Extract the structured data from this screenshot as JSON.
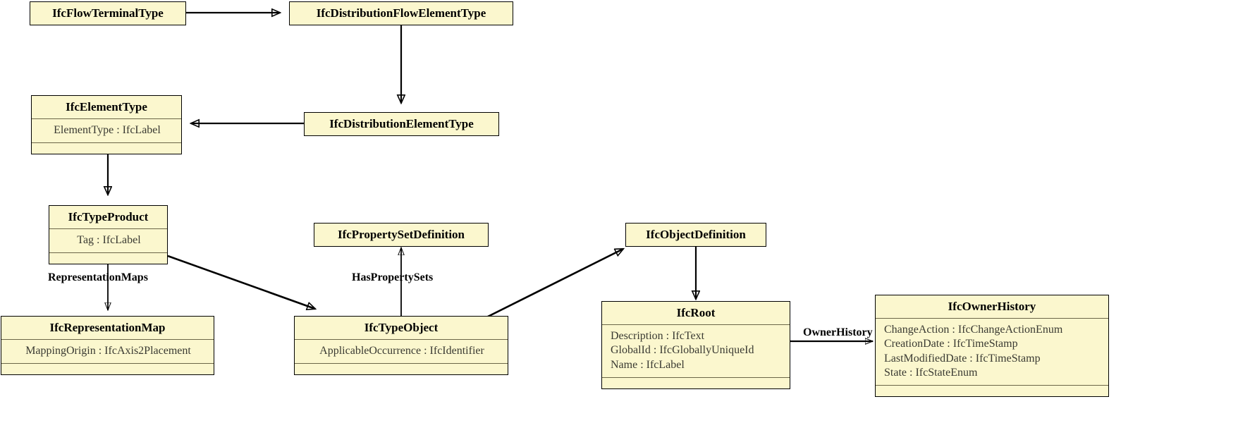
{
  "diagram": {
    "type": "uml-class-diagram",
    "title": "IFC Type Object inheritance diagram",
    "box_fill_color": "#FBF7CE",
    "box_border_color": "#000000",
    "line_color": "#000000"
  },
  "classes": [
    {
      "id": "IfcFlowTerminalType",
      "name": "IfcFlowTerminalType",
      "attributes": [],
      "has_compartments": false
    },
    {
      "id": "IfcDistributionFlowElementType",
      "name": "IfcDistributionFlowElementType",
      "attributes": [],
      "has_compartments": false
    },
    {
      "id": "IfcElementType",
      "name": "IfcElementType",
      "attributes": [
        "ElementType : IfcLabel"
      ],
      "has_compartments": true
    },
    {
      "id": "IfcDistributionElementType",
      "name": "IfcDistributionElementType",
      "attributes": [],
      "has_compartments": false
    },
    {
      "id": "IfcTypeProduct",
      "name": "IfcTypeProduct",
      "attributes": [
        "Tag : IfcLabel"
      ],
      "has_compartments": true
    },
    {
      "id": "IfcPropertySetDefinition",
      "name": "IfcPropertySetDefinition",
      "attributes": [],
      "has_compartments": false
    },
    {
      "id": "IfcObjectDefinition",
      "name": "IfcObjectDefinition",
      "attributes": [],
      "has_compartments": false
    },
    {
      "id": "IfcRepresentationMap",
      "name": "IfcRepresentationMap",
      "attributes": [
        "MappingOrigin : IfcAxis2Placement"
      ],
      "has_compartments": true
    },
    {
      "id": "IfcTypeObject",
      "name": "IfcTypeObject",
      "attributes": [
        "ApplicableOccurrence : IfcIdentifier"
      ],
      "has_compartments": true
    },
    {
      "id": "IfcRoot",
      "name": "IfcRoot",
      "attributes": [
        "Description : IfcText",
        "GlobalId : IfcGloballyUniqueId",
        "Name : IfcLabel"
      ],
      "has_compartments": true
    },
    {
      "id": "IfcOwnerHistory",
      "name": "IfcOwnerHistory",
      "attributes": [
        "ChangeAction : IfcChangeActionEnum",
        "CreationDate : IfcTimeStamp",
        "LastModifiedDate : IfcTimeStamp",
        "State : IfcStateEnum"
      ],
      "has_compartments": true
    }
  ],
  "relations": [
    {
      "id": "r1",
      "from": "IfcFlowTerminalType",
      "to": "IfcDistributionFlowElementType",
      "kind": "generalization",
      "label": ""
    },
    {
      "id": "r2",
      "from": "IfcDistributionFlowElementType",
      "to": "IfcDistributionElementType",
      "kind": "generalization",
      "label": ""
    },
    {
      "id": "r3",
      "from": "IfcDistributionElementType",
      "to": "IfcElementType",
      "kind": "generalization",
      "label": ""
    },
    {
      "id": "r4",
      "from": "IfcElementType",
      "to": "IfcTypeProduct",
      "kind": "generalization",
      "label": ""
    },
    {
      "id": "r5",
      "from": "IfcTypeProduct",
      "to": "IfcTypeObject",
      "kind": "generalization",
      "label": ""
    },
    {
      "id": "r6",
      "from": "IfcTypeProduct",
      "to": "IfcRepresentationMap",
      "kind": "association",
      "label": "RepresentationMaps"
    },
    {
      "id": "r7",
      "from": "IfcTypeObject",
      "to": "IfcPropertySetDefinition",
      "kind": "association",
      "label": "HasPropertySets"
    },
    {
      "id": "r8",
      "from": "IfcTypeObject",
      "to": "IfcObjectDefinition",
      "kind": "generalization",
      "label": ""
    },
    {
      "id": "r9",
      "from": "IfcObjectDefinition",
      "to": "IfcRoot",
      "kind": "generalization",
      "label": ""
    },
    {
      "id": "r10",
      "from": "IfcRoot",
      "to": "IfcOwnerHistory",
      "kind": "association",
      "label": "OwnerHistory"
    }
  ],
  "edge_labels": {
    "representation_maps": "RepresentationMaps",
    "has_property_sets": "HasPropertySets",
    "owner_history": "OwnerHistory"
  }
}
